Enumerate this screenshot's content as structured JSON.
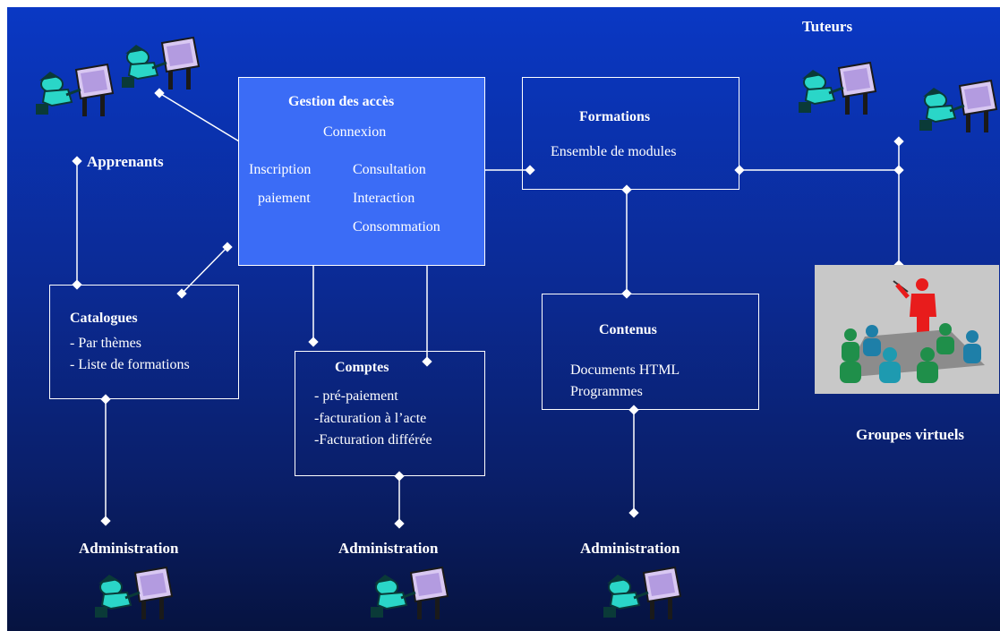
{
  "gestion": {
    "title": "Gestion des accès",
    "connexion": "Connexion",
    "inscription": "Inscription",
    "paiement": "paiement",
    "consultation": "Consultation",
    "interaction": "Interaction",
    "consommation": "Consommation"
  },
  "formations": {
    "title": "Formations",
    "text": "Ensemble de modules"
  },
  "catalogues": {
    "title": "Catalogues",
    "line1": "- Par thèmes",
    "line2": "- Liste de formations"
  },
  "comptes": {
    "title": "Comptes",
    "line1": "- pré-paiement",
    "line2": "-facturation à l’acte",
    "line3": "-Facturation différée"
  },
  "contenus": {
    "title": "Contenus",
    "line1": "Documents HTML",
    "line2": "Programmes"
  },
  "labels": {
    "apprenants": "Apprenants",
    "tuteurs": "Tuteurs",
    "groupes": "Groupes virtuels",
    "admin1": "Administration",
    "admin2": "Administration",
    "admin3": "Administration"
  },
  "colors": {
    "bg_top": "#0a38c4",
    "bg_bottom": "#061340",
    "highlight_box": "#3b6cf6",
    "person": "#2ad6c8",
    "teacher": "#e81c1c",
    "group_panel": "#c8c8c8"
  },
  "icons": [
    "person-at-computer-icon",
    "virtual-group-teacher-icon"
  ]
}
